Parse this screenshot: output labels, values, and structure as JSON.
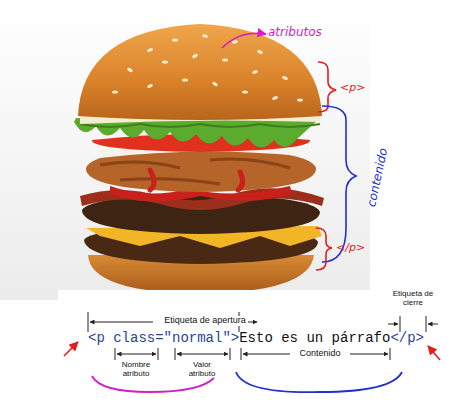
{
  "diagram": {
    "labels": [
      "atributos",
      "<p>",
      "contenido",
      "</p>",
      "Etiqueta de apertura",
      "Etiqueta de cierre",
      "<p class=\"normal\">",
      "Esto es un párrafo",
      "</p>",
      "Nombre atributo",
      "Valor atributo",
      "Contenido"
    ]
  }
}
